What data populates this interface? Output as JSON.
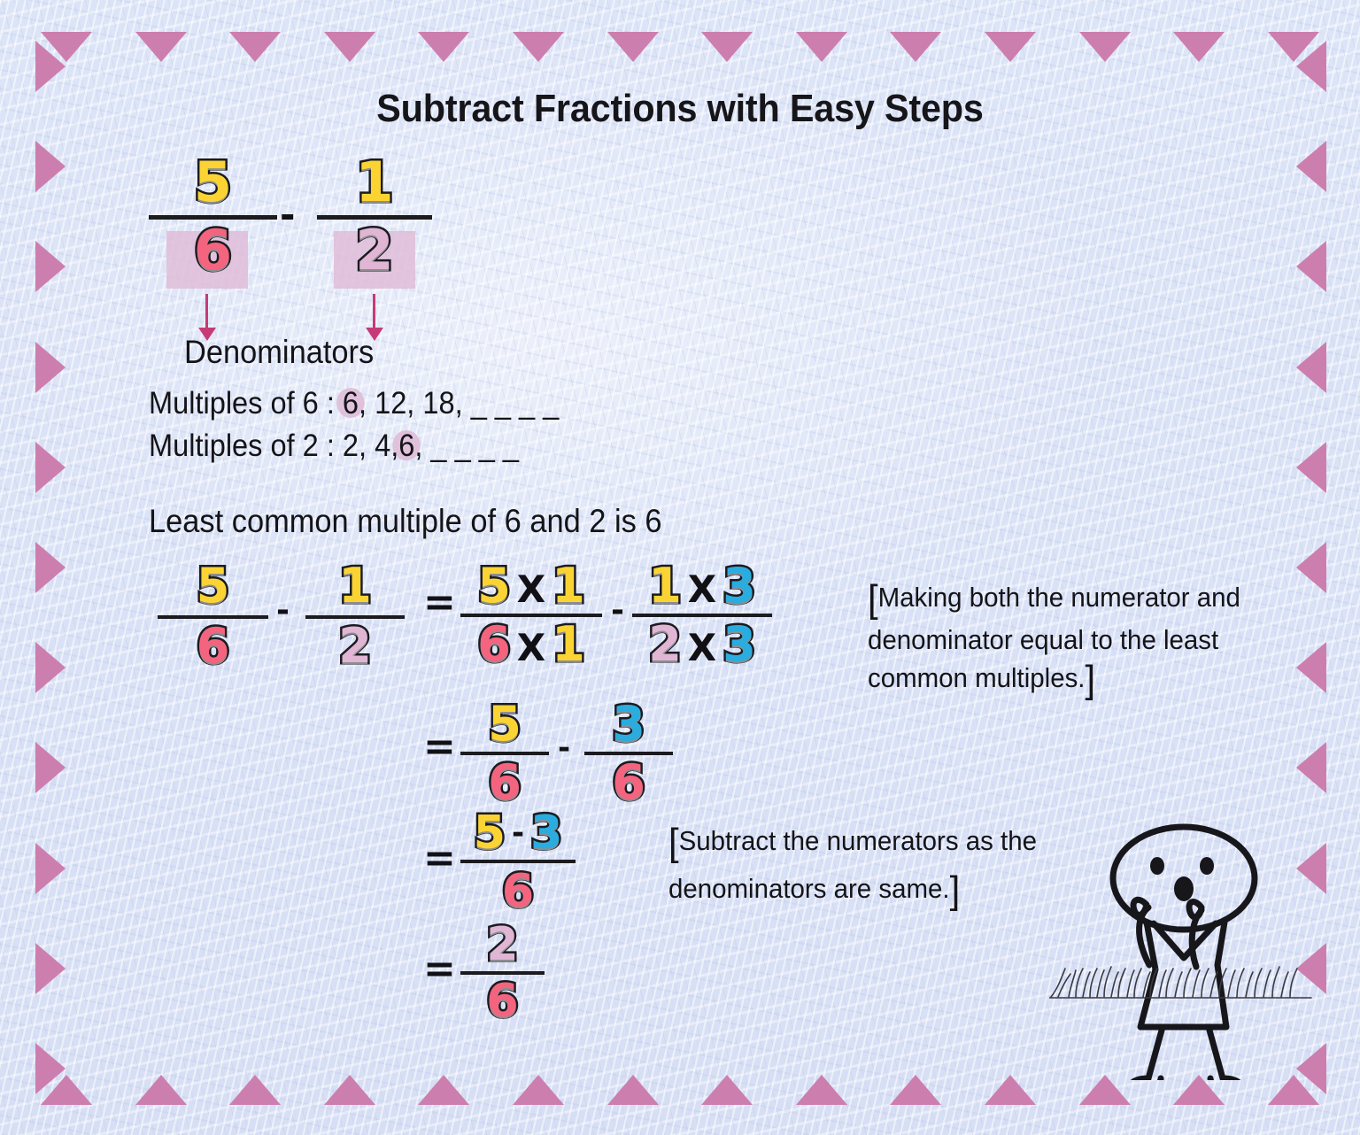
{
  "title": "Subtract Fractions with Easy Steps",
  "colors": {
    "background": "#dce4f7",
    "border_triangle": "#cc7fae",
    "highlight_box": "#dfbcd8",
    "arrow": "#c73a77",
    "yellow": "#fbd433",
    "pink": "#f4647f",
    "mauve": "#e0b6d4",
    "cyan": "#2aacdf",
    "ink": "#111115"
  },
  "problem": {
    "first_fraction": {
      "numerator": "5",
      "denominator": "6"
    },
    "operator": "-",
    "second_fraction": {
      "numerator": "1",
      "denominator": "2"
    }
  },
  "denominators_label": "Denominators",
  "multiples": {
    "line1_prefix": "Multiples of 6 : ",
    "line1_highlight": "6",
    "line1_rest": ", 12, 18, _ _ _ _",
    "line2_prefix": "Multiples of 2 : 2, 4,",
    "line2_highlight": "6",
    "line2_rest": ", _ _ _ _"
  },
  "lcm_statement": "Least common multiple of 6 and 2 is 6",
  "step1": {
    "left": {
      "numerator": "5",
      "denominator": "6"
    },
    "minus": "-",
    "right": {
      "numerator": "1",
      "denominator": "2"
    },
    "equals": "=",
    "expanded_left": {
      "numerator_a": "5",
      "times": "X",
      "numerator_b": "1",
      "denominator_a": "6",
      "denominator_b": "1"
    },
    "expanded_minus": "-",
    "expanded_right": {
      "numerator_a": "1",
      "times": "X",
      "numerator_b": "3",
      "denominator_a": "2",
      "denominator_b": "3"
    }
  },
  "step2": {
    "equals": "=",
    "left": {
      "numerator": "5",
      "denominator": "6"
    },
    "minus": "-",
    "right": {
      "numerator": "3",
      "denominator": "6"
    }
  },
  "step3": {
    "equals": "=",
    "numerator_a": "5",
    "minus": "-",
    "numerator_b": "3",
    "denominator": "6"
  },
  "step4": {
    "equals": "=",
    "numerator": "2",
    "denominator": "6"
  },
  "notes": {
    "note1_open": "[",
    "note1_text": "Making both the numerator and denominator equal to the least common multiples.",
    "note1_close": "]",
    "note2_open": "[",
    "note2_text": "Subtract the numerators as the denominators are same.",
    "note2_close": "]"
  },
  "illustration": {
    "character": "surprised-stick-figure",
    "ground": "grass"
  }
}
